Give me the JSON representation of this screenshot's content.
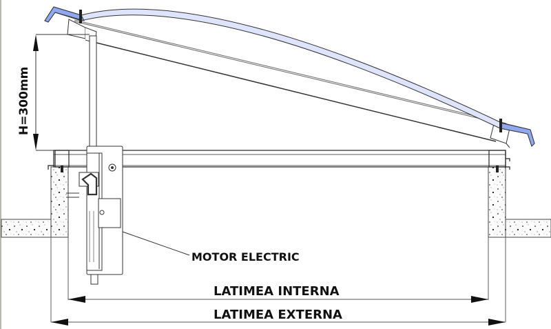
{
  "diagram": {
    "title": "Skylight smoke vent cross-section with electric motor",
    "labels": {
      "height_dimension": "H=300mm",
      "motor": "MOTOR ELECTRIC",
      "internal_width": "LATIMEA INTERNA",
      "external_width": "LATIMEA EXTERNA"
    },
    "components": [
      "dome-cover",
      "hinged-frame",
      "upstand-frame",
      "electric-motor-actuator",
      "concrete-curb-left",
      "concrete-curb-right",
      "roof-slab-left",
      "roof-slab-right"
    ],
    "colors": {
      "dome_fill": "#8fa8f0",
      "dome_light": "#dde4fb",
      "line": "#222222",
      "dimension_line": "#777777",
      "border": "#b9b9a9"
    }
  }
}
